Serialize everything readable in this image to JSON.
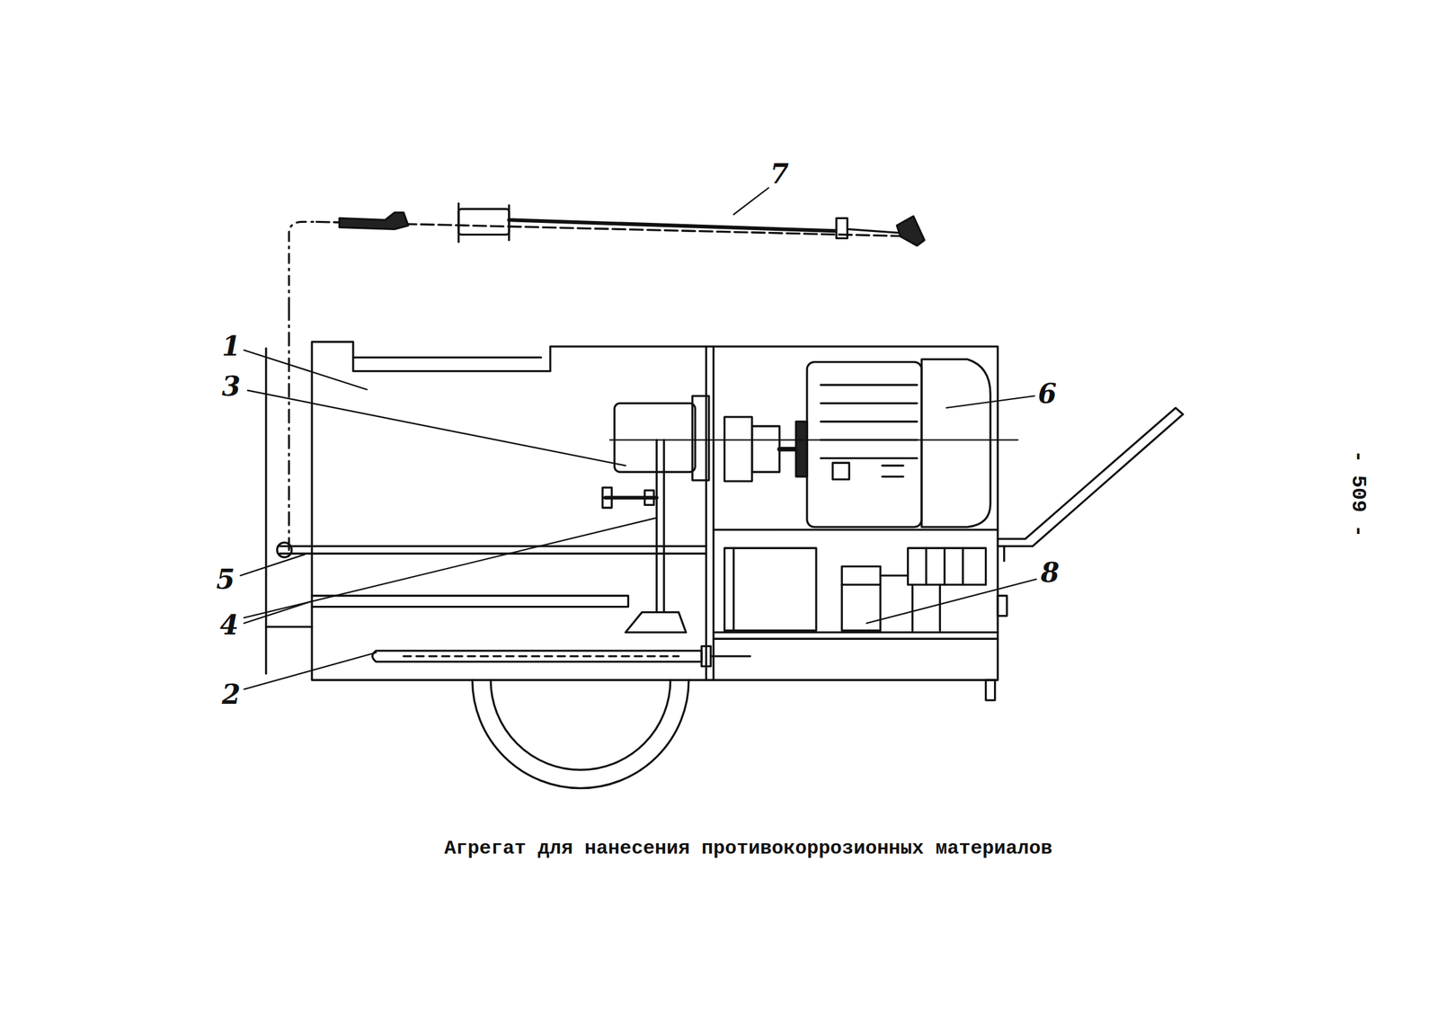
{
  "diagram": {
    "caption": "Агрегат для нанесения противокоррозионных материалов",
    "labels": [
      "7",
      "1",
      "3",
      "6",
      "5",
      "8",
      "4",
      "2",
      "- 509 -"
    ]
  }
}
